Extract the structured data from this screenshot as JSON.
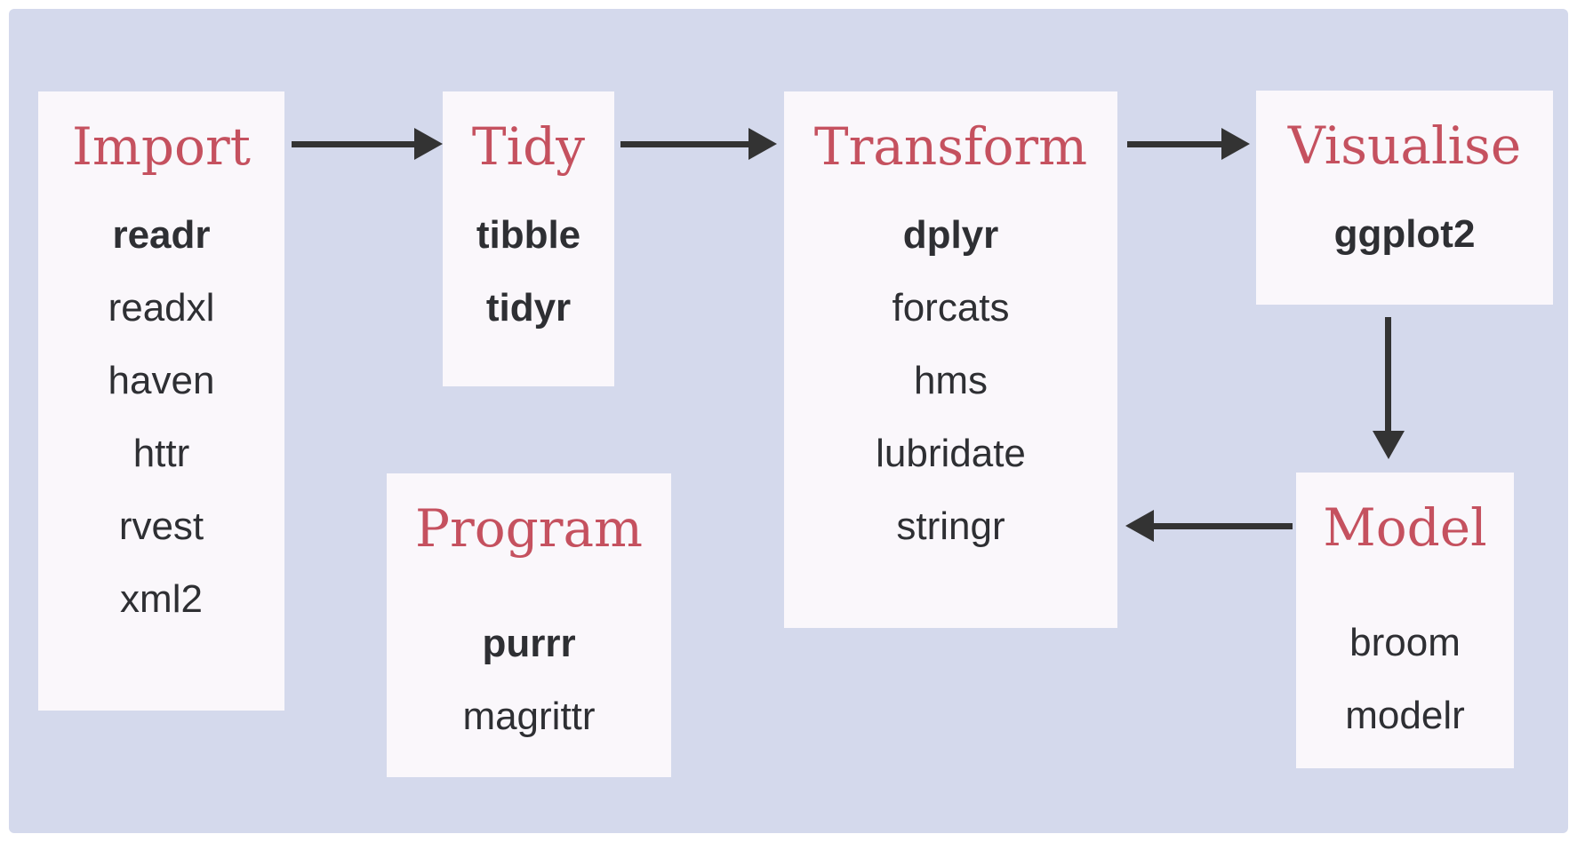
{
  "colors": {
    "margin": "#ffffff",
    "panel": "#d4d9ec",
    "box": "#faf7fb",
    "title": "#c5515f",
    "text": "#2e2f33",
    "arrow": "#333333"
  },
  "boxes": {
    "import": {
      "title": "Import",
      "packages": [
        {
          "label": "readr",
          "bold": true
        },
        {
          "label": "readxl",
          "bold": false
        },
        {
          "label": "haven",
          "bold": false
        },
        {
          "label": "httr",
          "bold": false
        },
        {
          "label": "rvest",
          "bold": false
        },
        {
          "label": "xml2",
          "bold": false
        }
      ]
    },
    "tidy": {
      "title": "Tidy",
      "packages": [
        {
          "label": "tibble",
          "bold": true
        },
        {
          "label": "tidyr",
          "bold": true
        }
      ]
    },
    "transform": {
      "title": "Transform",
      "packages": [
        {
          "label": "dplyr",
          "bold": true
        },
        {
          "label": "forcats",
          "bold": false
        },
        {
          "label": "hms",
          "bold": false
        },
        {
          "label": "lubridate",
          "bold": false
        },
        {
          "label": "stringr",
          "bold": false
        }
      ]
    },
    "visualise": {
      "title": "Visualise",
      "packages": [
        {
          "label": "ggplot2",
          "bold": true
        }
      ]
    },
    "model": {
      "title": "Model",
      "packages": [
        {
          "label": "broom",
          "bold": false
        },
        {
          "label": "modelr",
          "bold": false
        }
      ]
    },
    "program": {
      "title": "Program",
      "packages": [
        {
          "label": "purrr",
          "bold": true
        },
        {
          "label": "magrittr",
          "bold": false
        }
      ]
    }
  },
  "connections": [
    {
      "from": "Import",
      "to": "Tidy"
    },
    {
      "from": "Tidy",
      "to": "Transform"
    },
    {
      "from": "Transform",
      "to": "Visualise"
    },
    {
      "from": "Visualise",
      "to": "Model"
    },
    {
      "from": "Model",
      "to": "Transform"
    }
  ]
}
